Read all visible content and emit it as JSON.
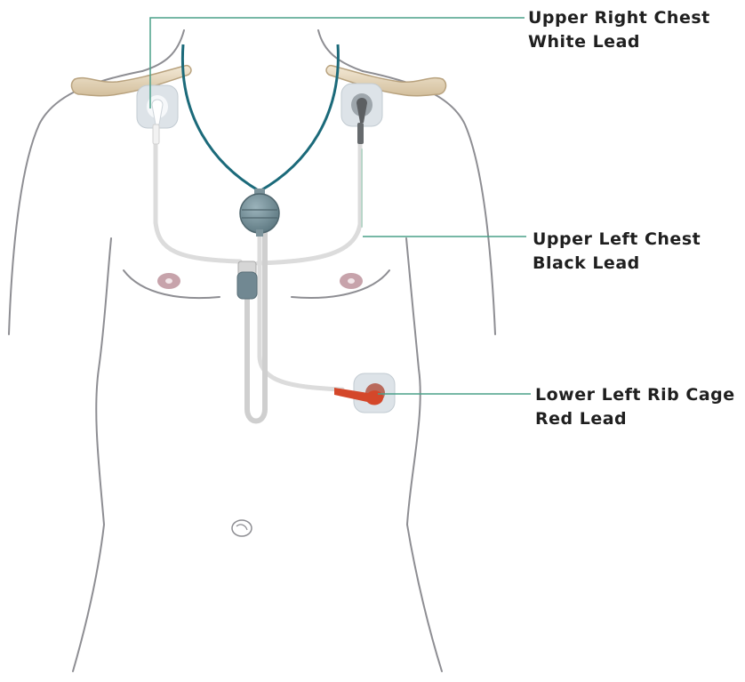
{
  "colors": {
    "outline": "#8e8e93",
    "necklace": "#1b6a7a",
    "leader_line": "#4aa089",
    "white_lead": "#ffffff",
    "black_lead": "#5c5f62",
    "red_lead": "#d4472a",
    "electrode_pad": "#dde3e8",
    "wire": "#dcdcdc",
    "nipple": "#c7a3ab",
    "clavicle": "#e6d7bf",
    "monitor": "#6e8891"
  },
  "callouts": {
    "upper_right": {
      "line1": "Upper Right Chest",
      "line2": "White Lead"
    },
    "upper_left": {
      "line1": "Upper Left Chest",
      "line2": "Black Lead"
    },
    "lower_left": {
      "line1": "Lower Left Rib Cage",
      "line2": "Red Lead"
    }
  }
}
